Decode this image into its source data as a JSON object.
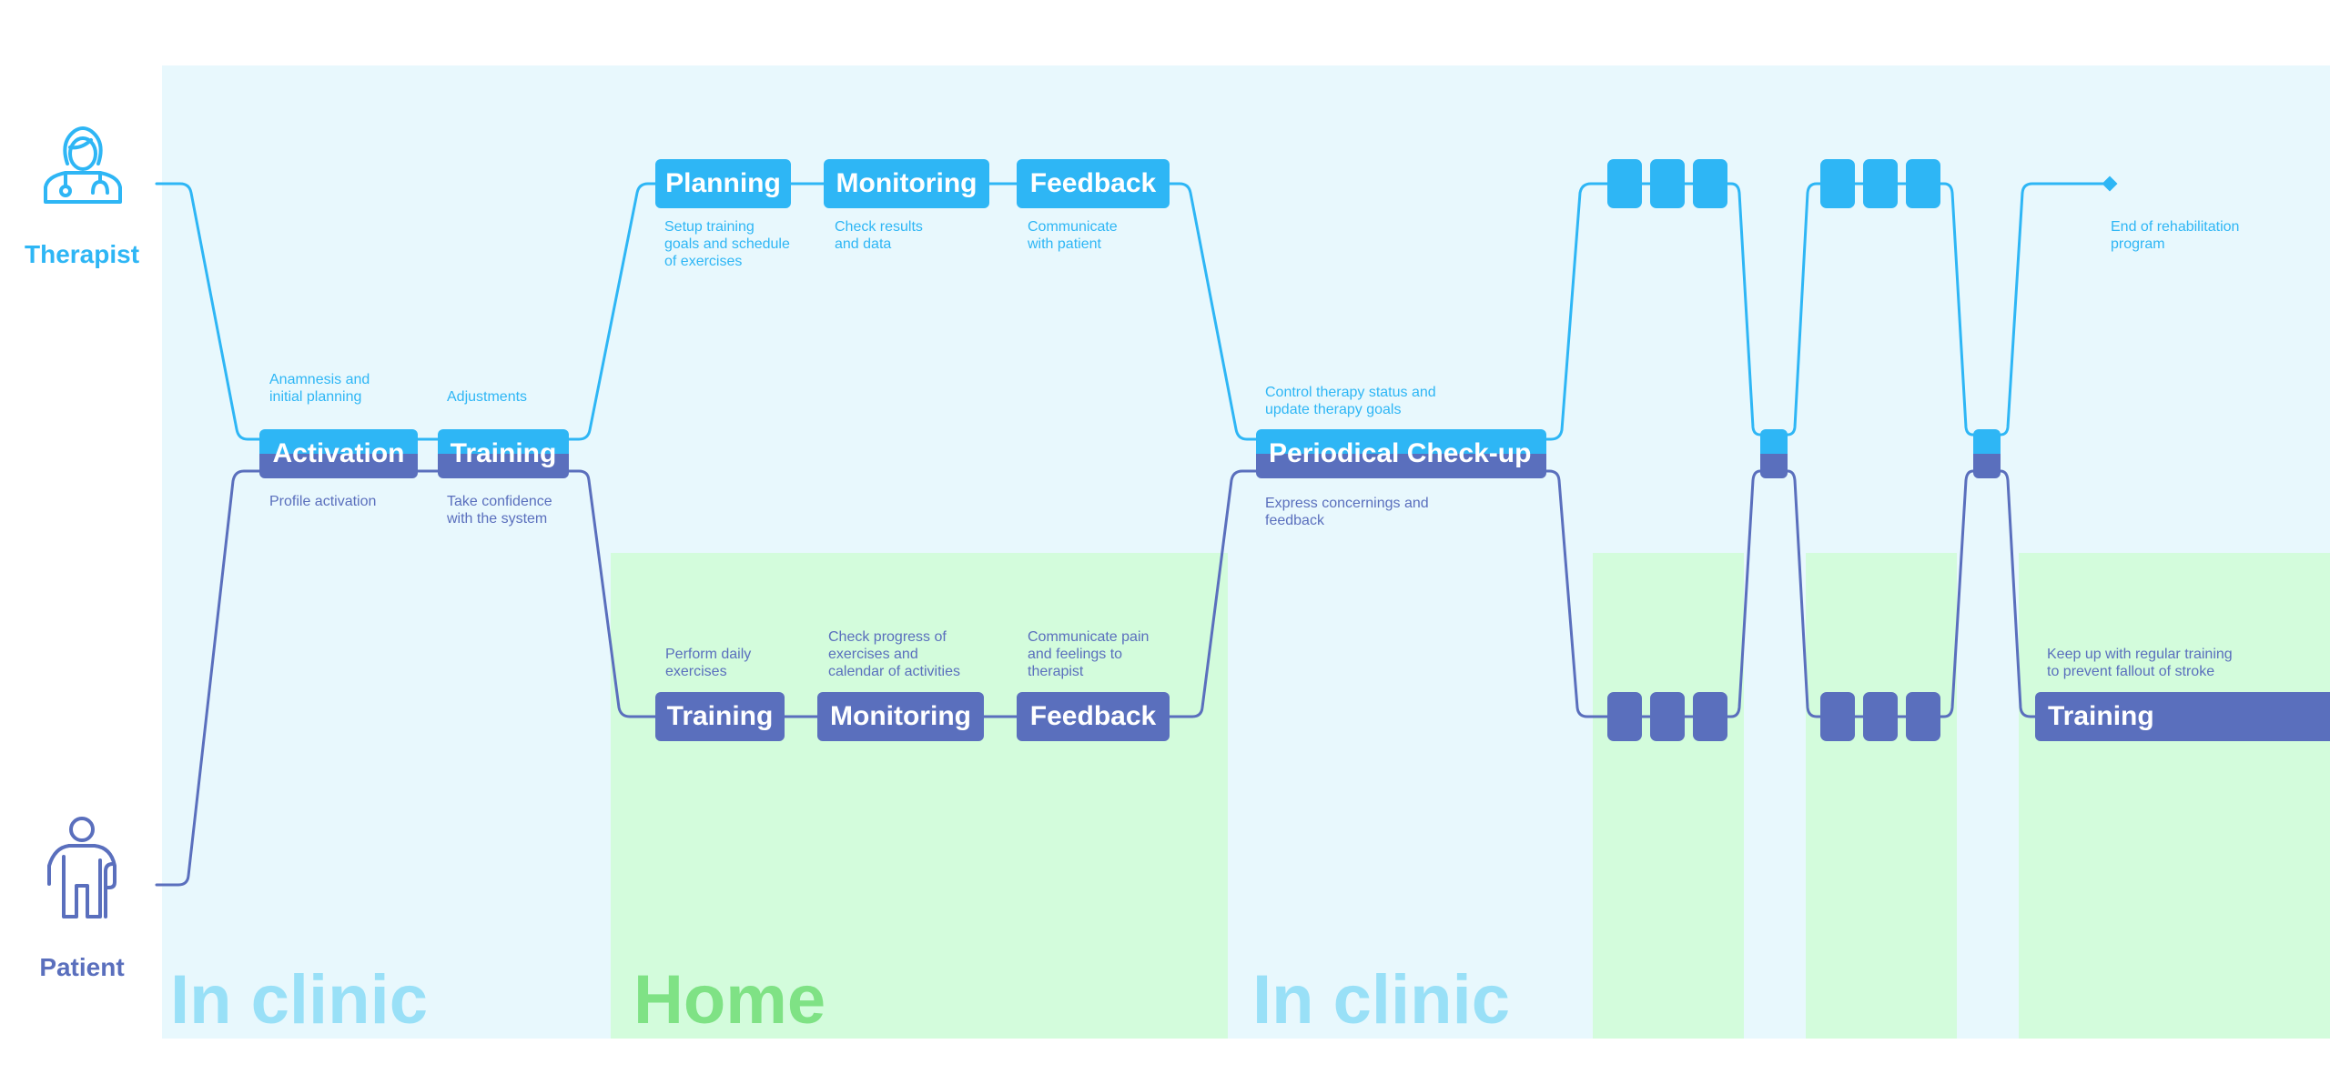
{
  "roles": {
    "therapist": {
      "label": "Therapist",
      "icon": "therapist-icon",
      "color": "#2eb6f5"
    },
    "patient": {
      "label": "Patient",
      "icon": "patient-with-cane-icon",
      "color": "#5a6fbd"
    }
  },
  "zones": [
    {
      "label": "In clinic",
      "type": "clinic"
    },
    {
      "label": "Home",
      "type": "home"
    },
    {
      "label": "In clinic",
      "type": "clinic"
    },
    {
      "label": "",
      "type": "home"
    },
    {
      "label": "",
      "type": "home"
    },
    {
      "label": "",
      "type": "home"
    }
  ],
  "steps": {
    "activation": "Activation",
    "training_shared": "Training",
    "planning": "Planning",
    "monitoring_t": "Monitoring",
    "feedback_t": "Feedback",
    "training_p": "Training",
    "monitoring_p": "Monitoring",
    "feedback_p": "Feedback",
    "checkup": "Periodical Check-up",
    "training_end": "Training"
  },
  "notes": {
    "anamnesis": "Anamnesis and\ninitial planning",
    "adjustments": "Adjustments",
    "profile_activation": "Profile activation",
    "take_confidence": "Take confidence\nwith the system",
    "setup_training": "Setup training\ngoals and schedule\nof exercises",
    "check_results": "Check results\nand data",
    "communicate_patient": "Communicate\nwith patient",
    "perform_daily": "Perform daily\nexercises",
    "check_progress": "Check progress of\nexercises and\ncalendar of activities",
    "communicate_pain": "Communicate pain\nand feelings to\ntherapist",
    "control_therapy": "Control therapy status and\nupdate therapy goals",
    "express_concerns": "Express concernings and\nfeedback",
    "end_program": "End of rehabilitation\nprogram",
    "keep_up": "Keep up with regular training\nto prevent fallout of stroke"
  },
  "colors": {
    "therapist": "#2eb6f5",
    "patient": "#5a6fbd",
    "clinic_bg": "#e8f8fd",
    "home_bg": "#d3fcdc",
    "clinic_label": "#99e0f7",
    "home_label": "#7fe285"
  }
}
